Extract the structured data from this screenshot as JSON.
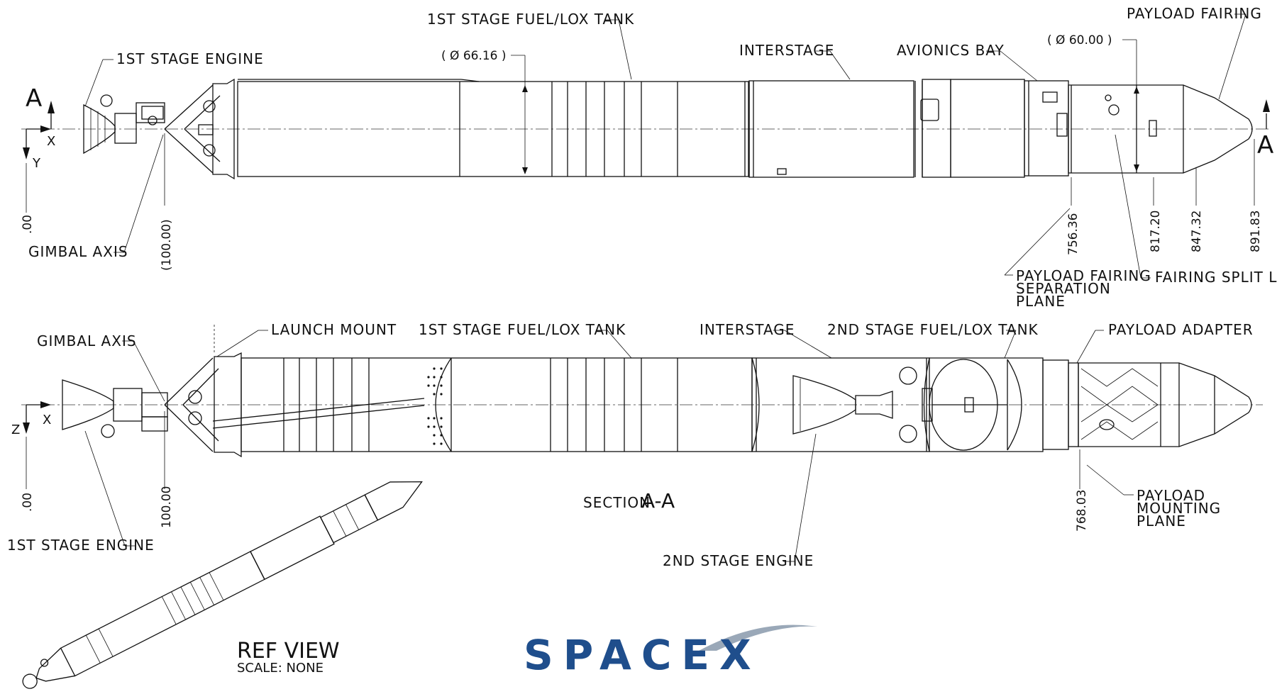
{
  "top_view": {
    "section_marker_left": "A",
    "section_marker_right": "A",
    "axis_x": "X",
    "axis_y": "Y",
    "labels": {
      "first_stage_engine": "1ST STAGE ENGINE",
      "gimbal_axis": "GIMBAL AXIS",
      "first_stage_tank": "1ST STAGE FUEL/LOX TANK",
      "interstage": "INTERSTAGE",
      "avionics_bay": "AVIONICS BAY",
      "payload_fairing": "PAYLOAD FAIRING",
      "payload_fairing_sep_1": "PAYLOAD FAIRING",
      "payload_fairing_sep_2": "SEPARATION",
      "payload_fairing_sep_3": "PLANE",
      "fairing_split_line": "FAIRING SPLIT LINE"
    },
    "dimensions": {
      "origin": ".00",
      "gimbal": "(100.00)",
      "tank_diameter": "( Ø 66.16 )",
      "fairing_diameter": "( Ø 60.00 )",
      "sep_plane": "756.36",
      "split_start": "817.20",
      "split_end": "847.32",
      "tip": "891.83"
    }
  },
  "section_view": {
    "axis_x": "X",
    "axis_z": "Z",
    "labels": {
      "gimbal_axis": "GIMBAL AXIS",
      "launch_mount": "LAUNCH MOUNT",
      "first_stage_tank": "1ST STAGE FUEL/LOX TANK",
      "interstage": "INTERSTAGE",
      "second_stage_tank": "2ND STAGE FUEL/LOX TANK",
      "payload_adapter": "PAYLOAD ADAPTER",
      "payload_mounting_1": "PAYLOAD",
      "payload_mounting_2": "MOUNTING",
      "payload_mounting_3": "PLANE",
      "first_stage_engine": "1ST STAGE ENGINE",
      "second_stage_engine": "2ND STAGE ENGINE"
    },
    "section_title_prefix": "SECTION",
    "section_title_letters": "A-A",
    "dimensions": {
      "origin": ".00",
      "gimbal": "100.00",
      "mounting_plane": "768.03"
    }
  },
  "ref_view": {
    "title": "REF VIEW",
    "scale": "SCALE: NONE"
  },
  "logo": {
    "text": "SPACEX",
    "color": "#1f4e8c"
  }
}
